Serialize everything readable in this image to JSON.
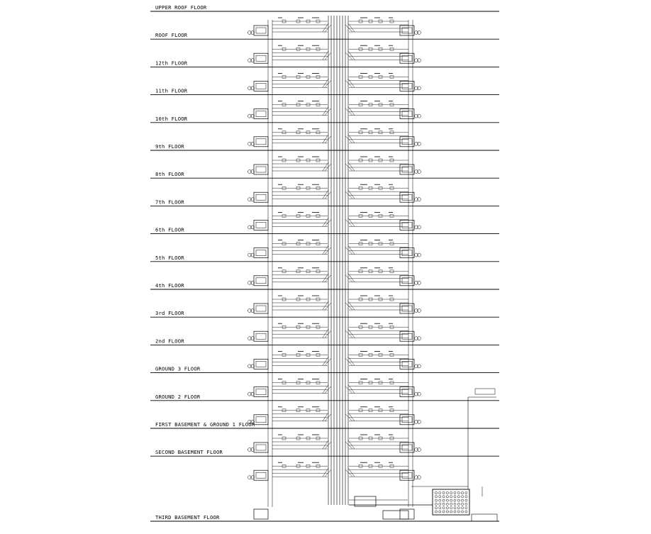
{
  "diagram": {
    "floors": [
      "UPPER ROOF FLOOR",
      "ROOF FLOOR",
      "12th FLOOR",
      "11th FLOOR",
      "10th FLOOR",
      "9th FLOOR",
      "8th FLOOR",
      "7th FLOOR",
      "6th FLOOR",
      "5th FLOOR",
      "4th FLOOR",
      "3rd FLOOR",
      "2nd FLOOR",
      "GROUND 3 FLOOR",
      "GROUND 2 FLOOR",
      "FIRST BASEMENT & GROUND 1 FLOOR",
      "SECOND BASEMENT FLOOR",
      "THIRD BASEMENT FLOOR"
    ]
  },
  "colors": {
    "line": "#000000",
    "background": "#ffffff"
  }
}
